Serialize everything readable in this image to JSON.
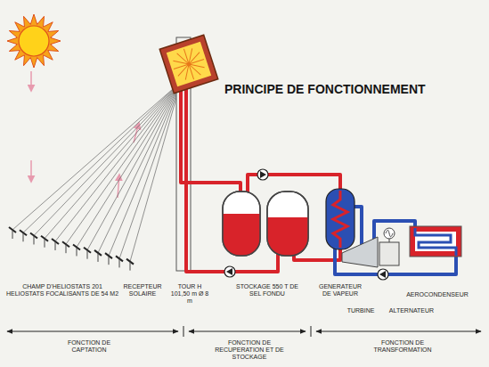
{
  "diagram": {
    "title": "PRINCIPE DE FONCTIONNEMENT",
    "labels": [
      "CHAMP D'HELIOSTATS 201 HELIOSTATS FOCALISANTS DE 54 M2",
      "RECEPTEUR SOLAIRE",
      "TOUR H 101,50 m Ø 8 m",
      "STOCKAGE 550 T DE SEL FONDU",
      "GENERATEUR DE VAPEUR",
      "AEROCONDENSEUR",
      "TURBINE",
      "ALTERNATEUR",
      "FONCTION DE CAPTATION",
      "FONCTION DE RECUPERATION ET DE STOCKAGE",
      "FONCTION DE TRANSFORMATION"
    ]
  }
}
